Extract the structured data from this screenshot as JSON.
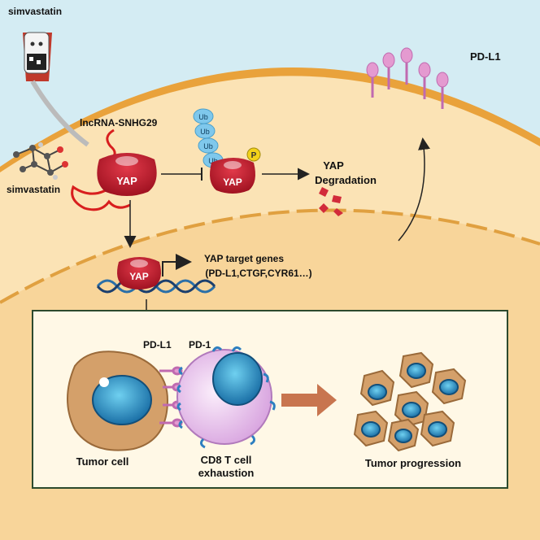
{
  "labels": {
    "simvastatin_top": "simvastatin",
    "simvastatin_bottom": "simvastatin",
    "lncrna": "lncRNA-SNHG29",
    "pdl1_membrane": "PD-L1",
    "yap_left": "YAP",
    "yap_phos": "YAP",
    "yap_dna": "YAP",
    "ub": [
      "Ub",
      "Ub",
      "Ub",
      "Ub"
    ],
    "phospho": "P",
    "degradation_line1": "YAP",
    "degradation_line2": "Degradation",
    "target_genes_line1": "YAP target genes",
    "target_genes_line2": "(PD-L1,CTGF,CYR61…)",
    "pdl1_box": "PD-L1",
    "pd1_box": "PD-1",
    "tumor_cell": "Tumor cell",
    "cd8_line1": "CD8 T cell",
    "cd8_line2": "exhaustion",
    "tumor_progression": "Tumor progression"
  },
  "colors": {
    "cytoplasm": "#fbe3b5",
    "nucleus": "#f8d59a",
    "outside": "#d4ecf3",
    "membrane": "#e9a23b",
    "yap": "#c8102e",
    "ub": "#7fc8ec",
    "pdl1": "#e49ad0",
    "dna": "#2a6fa8",
    "arrow_big": "#c8754f"
  }
}
